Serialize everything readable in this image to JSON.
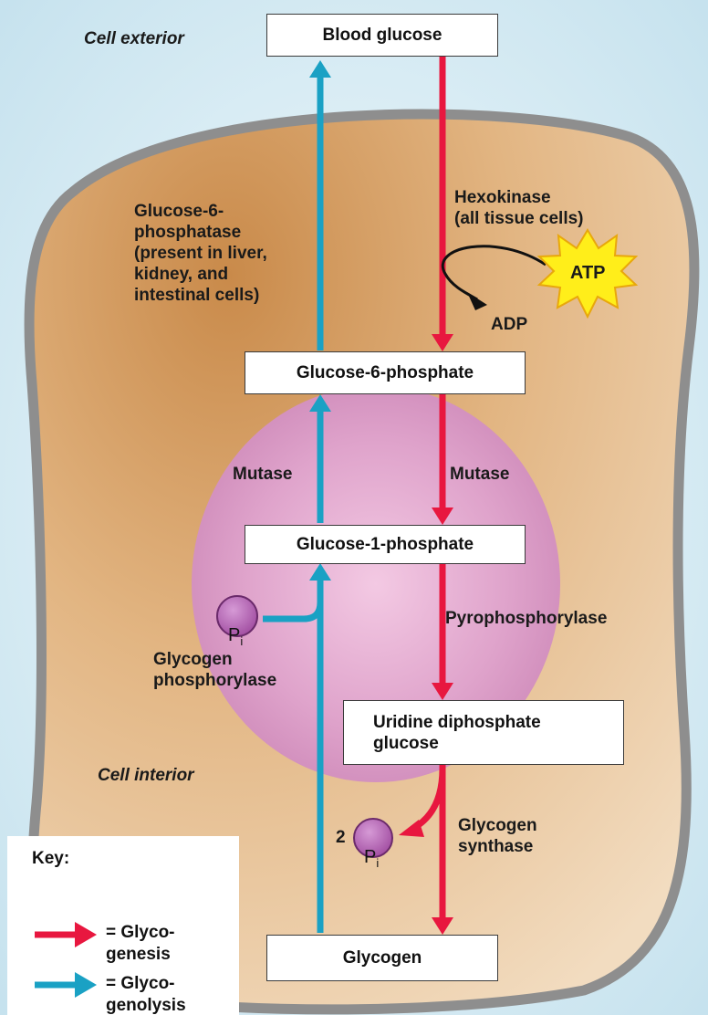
{
  "cell": {
    "exterior_label": "Cell exterior",
    "interior_label": "Cell interior"
  },
  "boxes": {
    "blood_glucose": "Blood glucose",
    "glucose_6_phosphate": "Glucose-6-phosphate",
    "glucose_1_phosphate": "Glucose-1-phosphate",
    "udp_glucose": "Uridine diphosphate\nglucose",
    "glycogen": "Glycogen"
  },
  "enzymes": {
    "hexokinase": "Hexokinase\n(all tissue cells)",
    "glucose_6_phosphatase": "Glucose-6-\nphosphatase\n(present in liver,\nkidney, and\nintestinal cells)",
    "mutase_left": "Mutase",
    "mutase_right": "Mutase",
    "pyrophosphorylase": "Pyrophosphorylase",
    "glycogen_phosphorylase": "Glycogen\nphosphorylase",
    "glycogen_synthase": "Glycogen\nsynthase"
  },
  "molecules": {
    "atp": "ATP",
    "adp": "ADP",
    "pi_left_main": "P",
    "pi_left_sub": "i",
    "pi_bottom_main": "P",
    "pi_bottom_sub": "i",
    "pi_bottom_count": "2"
  },
  "legend": {
    "title": "Key:",
    "glycogenesis": "= Glyco-\ngenesis",
    "glycogenolysis": "= Glyco-\ngenolysis"
  },
  "colors": {
    "glycogenesis_arrow": "#e8173f",
    "glycogenolysis_arrow": "#1aa1c4",
    "background": "#cfe6f0",
    "cytoplasm": "#d9a066",
    "nucleus": "#d69bc4",
    "pi_circle": "#a64ca6",
    "atp_star": "#ffee1a"
  }
}
